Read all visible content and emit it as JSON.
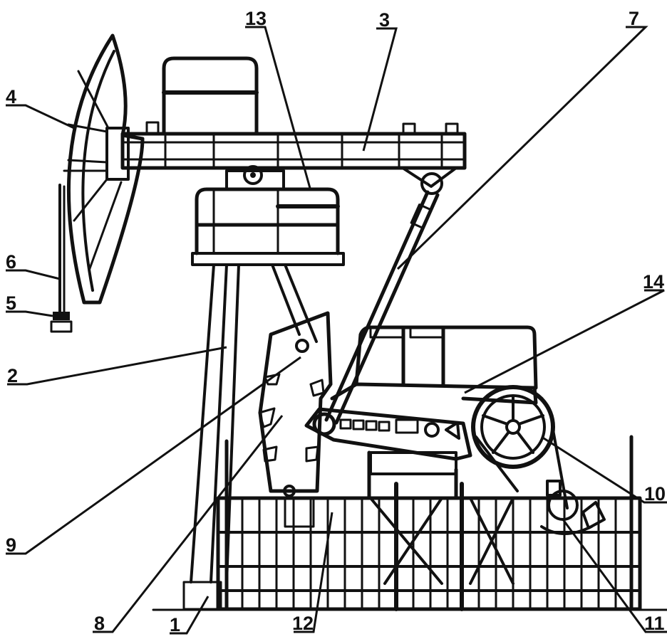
{
  "diagram": {
    "labels": [
      {
        "id": "l1",
        "text": "1"
      },
      {
        "id": "l2",
        "text": "2"
      },
      {
        "id": "l3",
        "text": "3"
      },
      {
        "id": "l4",
        "text": "4"
      },
      {
        "id": "l5",
        "text": "5"
      },
      {
        "id": "l6",
        "text": "6"
      },
      {
        "id": "l7",
        "text": "7"
      },
      {
        "id": "l8",
        "text": "8"
      },
      {
        "id": "l9",
        "text": "9"
      },
      {
        "id": "l10",
        "text": "10"
      },
      {
        "id": "l11",
        "text": "11"
      },
      {
        "id": "l12",
        "text": "12"
      },
      {
        "id": "l13",
        "text": "13"
      },
      {
        "id": "l14",
        "text": "14"
      }
    ]
  }
}
